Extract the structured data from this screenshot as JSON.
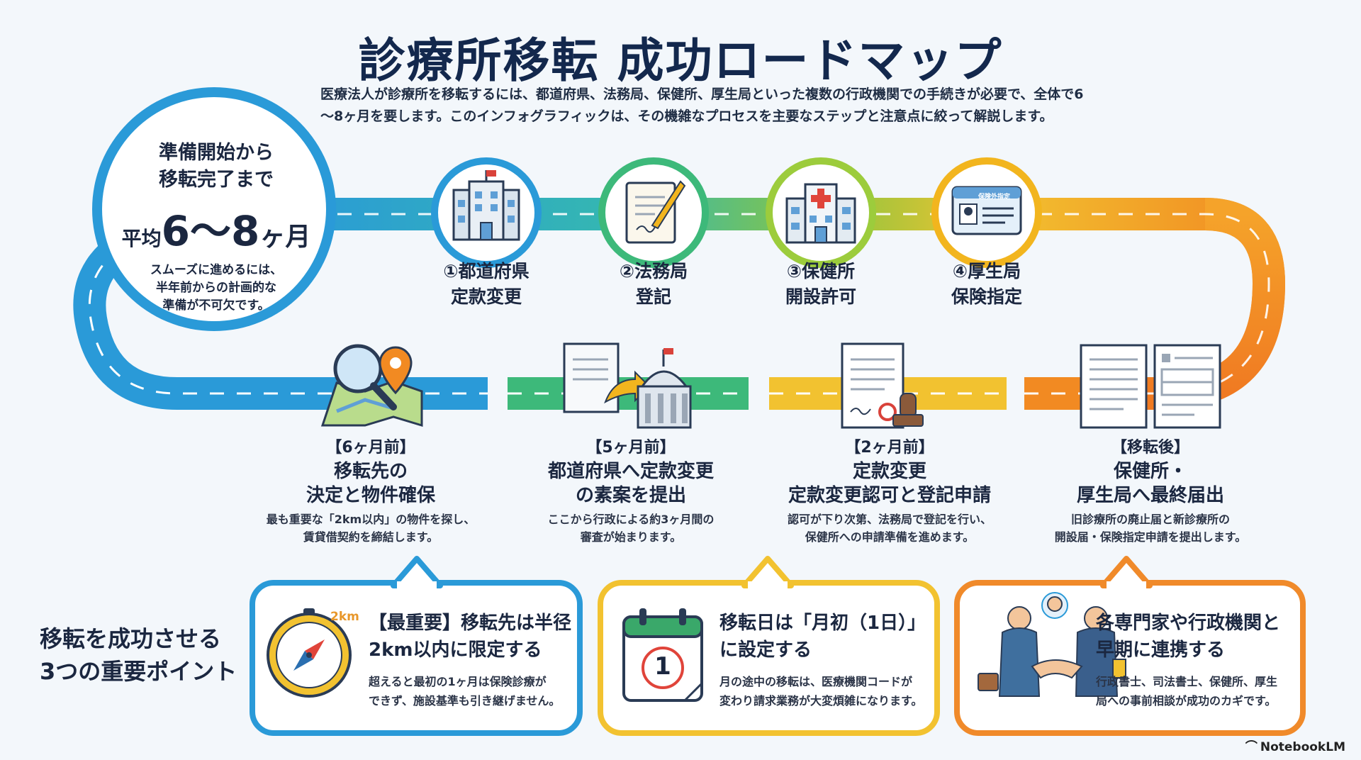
{
  "title": "診療所移転 成功ロードマップ",
  "subtitle": "医療法人が診療所を移転するには、都道府県、法務局、保健所、厚生局といった複数の行政機関での手続きが必要で、全体で6～8ヶ月を要します。このインフォグラフィックは、その機雑なプロセスを主要なステップと注意点に絞って解説します。",
  "hero": {
    "line1": "準備開始から",
    "line2": "移転完了まで",
    "prefix": "平均",
    "big": "6～8",
    "suffix": "ヶ月",
    "note1": "スムーズに進めるには、",
    "note2": "半年前からの計画的な",
    "note3": "準備が不可欠です。"
  },
  "agency_steps": [
    {
      "line1": "①都道府県",
      "line2": "定款変更",
      "icon": "office-building-icon",
      "color": "#2a9ad8"
    },
    {
      "line1": "②法務局",
      "line2": "登記",
      "icon": "document-quill-icon",
      "color": "#3db97a"
    },
    {
      "line1": "③保健所",
      "line2": "開設許可",
      "icon": "hospital-icon",
      "color": "#9ccc3c"
    },
    {
      "line1": "④厚生局",
      "line2": "保険指定",
      "icon": "insurance-card-icon",
      "color": "#f2b51e"
    }
  ],
  "card_icon_text": "保険外指定",
  "milestones": [
    {
      "when": "【6ヶ月前】",
      "head1": "移転先の",
      "head2": "決定と物件確保",
      "desc1": "最も重要な「2km以内」の物件を探し、",
      "desc2": "賃貸借契約を締結します。",
      "icon": "map-magnifier-icon"
    },
    {
      "when": "【5ヶ月前】",
      "head1": "都道府県へ定款変更",
      "head2": "の素案を提出",
      "desc1": "ここから行政による約3ヶ月間の",
      "desc2": "審査が始まります。",
      "icon": "document-to-government-icon"
    },
    {
      "when": "【2ヶ月前】",
      "head1": "定款変更",
      "head2": "定款変更認可と登記申請",
      "desc1": "認可が下り次第、法務局で登記を行い、",
      "desc2": "保健所への申請準備を進めます。",
      "icon": "certificate-stamp-icon"
    },
    {
      "when": "【移転後】",
      "head1": "保健所・",
      "head2": "厚生局へ最終届出",
      "desc1": "旧診療所の廃止届と新診療所の",
      "desc2": "開設届・保険指定申請を提出します。",
      "icon": "forms-icon"
    }
  ],
  "points_label": {
    "line1": "移転を成功させる",
    "line2": "3つの重要ポイント"
  },
  "key_points": [
    {
      "head1": "【最重要】移転先は半径",
      "head2": "2km以内に限定する",
      "desc1": "超えると最初の1ヶ月は保険診療が",
      "desc2": "できず、施設基準も引き継げません。",
      "icon": "compass-icon",
      "color": "#2a9ad8",
      "tag": "2km"
    },
    {
      "head1": "移転日は「月初（1日）」",
      "head2": "に設定する",
      "desc1": "月の途中の移転は、医療機関コードが",
      "desc2": "変わり請求業務が大変煩雑になります。",
      "icon": "calendar-icon",
      "color": "#f2c230",
      "day": "1"
    },
    {
      "head1": "各専門家や行政機関と",
      "head2": "早期に連携する",
      "desc1": "行政書士、司法書士、保健所、厚生",
      "desc2": "局への事前相談が成功のカギです。",
      "icon": "handshake-icon",
      "color": "#f08a2a"
    }
  ],
  "brand": "NotebookLM"
}
